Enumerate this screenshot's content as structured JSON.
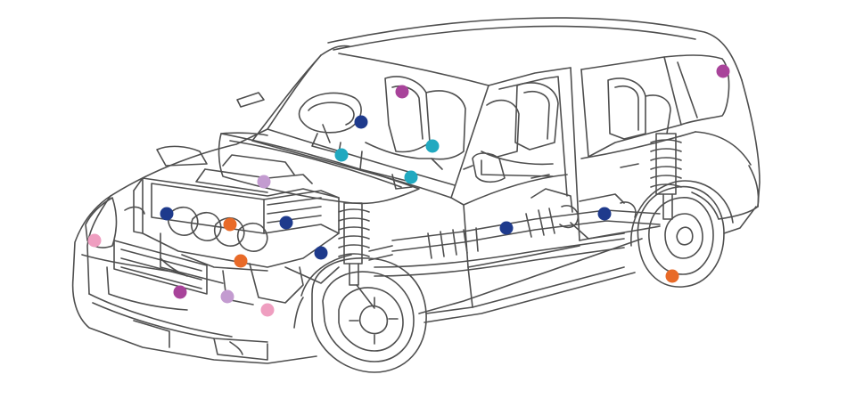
{
  "illustration": {
    "subject": "car-cutaway-line-drawing",
    "line_color": "#4f4f4f",
    "background": "#ffffff"
  },
  "palette": {
    "navy": "#1e3a8c",
    "teal": "#21a9c0",
    "magenta": "#a8439a",
    "orange": "#e86a28",
    "pink": "#ef9ec0",
    "lavender": "#c39bd0"
  },
  "hotspots": [
    {
      "id": "rear-roof",
      "color": "magenta"
    },
    {
      "id": "cabin-mirror",
      "color": "magenta"
    },
    {
      "id": "steering-column",
      "color": "navy"
    },
    {
      "id": "dashboard-center",
      "color": "teal"
    },
    {
      "id": "seat-upper",
      "color": "teal"
    },
    {
      "id": "seat-lower",
      "color": "teal"
    },
    {
      "id": "engine-cover",
      "color": "lavender"
    },
    {
      "id": "engine-left",
      "color": "navy"
    },
    {
      "id": "engine-intake",
      "color": "orange"
    },
    {
      "id": "engine-right",
      "color": "navy"
    },
    {
      "id": "front-strut",
      "color": "navy"
    },
    {
      "id": "engine-lower",
      "color": "orange"
    },
    {
      "id": "headlight",
      "color": "pink"
    },
    {
      "id": "front-bumper",
      "color": "magenta"
    },
    {
      "id": "engine-bottom",
      "color": "lavender"
    },
    {
      "id": "front-axle",
      "color": "pink"
    },
    {
      "id": "driveshaft",
      "color": "navy"
    },
    {
      "id": "rear-axle",
      "color": "navy"
    },
    {
      "id": "rear-brake",
      "color": "orange"
    }
  ]
}
